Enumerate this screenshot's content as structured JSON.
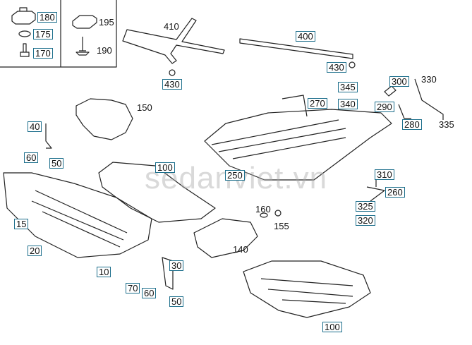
{
  "watermark": "sedanviet.vn",
  "colors": {
    "label_border": "#1d6f8c",
    "line": "#222222"
  },
  "labels": {
    "l180": "180",
    "l175": "175",
    "l170": "170",
    "l195": "195",
    "l190": "190",
    "l410": "410",
    "l400": "400",
    "l430a": "430",
    "l430b": "430",
    "l345": "345",
    "l300": "300",
    "l330": "330",
    "l340": "340",
    "l290": "290",
    "l280": "280",
    "l335": "335",
    "l270": "270",
    "l150": "150",
    "l40": "40",
    "l60a": "60",
    "l50a": "50",
    "l100a": "100",
    "l250": "250",
    "l310": "310",
    "l260": "260",
    "l325": "325",
    "l320": "320",
    "l160": "160",
    "l155": "155",
    "l15": "15",
    "l20": "20",
    "l140": "140",
    "l10": "10",
    "l30": "30",
    "l70": "70",
    "l60b": "60",
    "l50b": "50",
    "l100b": "100"
  }
}
